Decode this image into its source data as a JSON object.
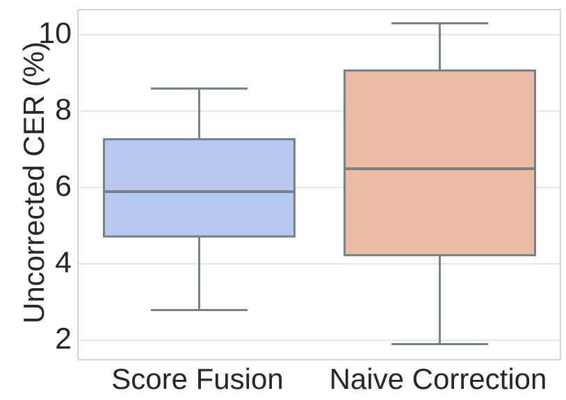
{
  "chart_data": {
    "type": "box",
    "title": "",
    "xlabel": "",
    "ylabel": "Uncorrected CER (%)",
    "categories": [
      "Score Fusion",
      "Naive Correction"
    ],
    "yticks": [
      2,
      4,
      6,
      8,
      10
    ],
    "ylim": [
      1.515,
      10.642
    ],
    "grid": true,
    "legend": "none",
    "series": [
      {
        "name": "Score Fusion",
        "whisker_low": 2.8,
        "q1": 4.7,
        "median": 5.9,
        "q3": 7.3,
        "whisker_high": 8.6,
        "fill_color": "#b5c9ee"
      },
      {
        "name": "Naive Correction",
        "whisker_low": 1.9,
        "q1": 4.2,
        "median": 6.5,
        "q3": 9.1,
        "whisker_high": 10.3,
        "fill_color": "#ecbba4"
      }
    ],
    "colors": {
      "box_edge": "#7b8085",
      "grid": "#e5e5e8",
      "spine": "#d4d4d8",
      "text": "#262626",
      "background": "#ffffff"
    }
  }
}
